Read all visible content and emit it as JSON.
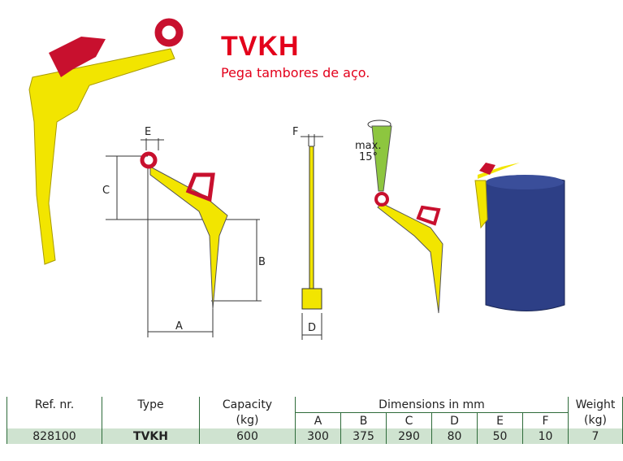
{
  "product": {
    "title": "TVKH",
    "subtitle": "Pega  tambores de aço."
  },
  "diagram": {
    "labels": {
      "a": "A",
      "b": "B",
      "c": "C",
      "d": "D",
      "e": "E",
      "f": "F",
      "angle": "max.",
      "angle_value": "15°"
    }
  },
  "colors": {
    "accent": "#e3001b",
    "clamp_yellow": "#f2e500",
    "handle_red": "#c8102e",
    "drum_blue": "#2d3f86",
    "table_row": "#cfe3d0"
  },
  "table": {
    "headers": {
      "ref": "Ref. nr.",
      "type": "Type",
      "capacity": "Capacity",
      "capacity_unit": "(kg)",
      "dimensions": "Dimensions in mm",
      "weight": "Weight",
      "weight_unit": "(kg)"
    },
    "dim_columns": [
      "A",
      "B",
      "C",
      "D",
      "E",
      "F"
    ],
    "rows": [
      {
        "ref": "828100",
        "type": "TVKH",
        "capacity": "600",
        "dims": [
          "300",
          "375",
          "290",
          "80",
          "50",
          "10"
        ],
        "weight": "7"
      }
    ]
  }
}
